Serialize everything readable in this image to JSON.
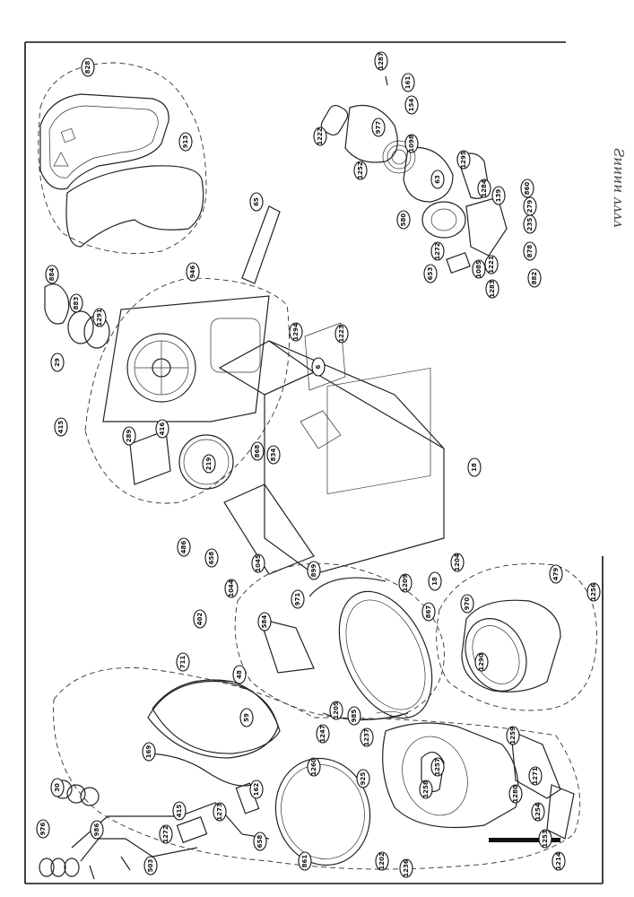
{
  "callouts": [
    "828",
    "913",
    "1287",
    "161",
    "154",
    "1222",
    "977",
    "1098",
    "1252",
    "63",
    "1295",
    "1284",
    "139",
    "860",
    "279",
    "235",
    "878",
    "580",
    "1272",
    "1221",
    "882",
    "653",
    "1085",
    "1283",
    "65",
    "884",
    "883",
    "1291",
    "946",
    "29",
    "1294",
    "1223",
    "415",
    "289",
    "416",
    "219",
    "868",
    "834",
    "6",
    "18",
    "486",
    "1045",
    "658",
    "1044",
    "899",
    "402",
    "971",
    "1209",
    "18",
    "1204",
    "867",
    "970",
    "479",
    "1256",
    "711",
    "584",
    "48",
    "1290",
    "169",
    "30",
    "1247",
    "1205",
    "985",
    "1237",
    "1257",
    "1258",
    "1259",
    "1280",
    "1260",
    "925",
    "1271",
    "59",
    "162",
    "1254",
    "415",
    "1273",
    "1272",
    "658",
    "861",
    "1202",
    "1236",
    "1253",
    "1214",
    "976",
    "986",
    "503"
  ],
  "handwriting": "Ƨͷͷͷͷ ᴧᴧᴧᴧ"
}
